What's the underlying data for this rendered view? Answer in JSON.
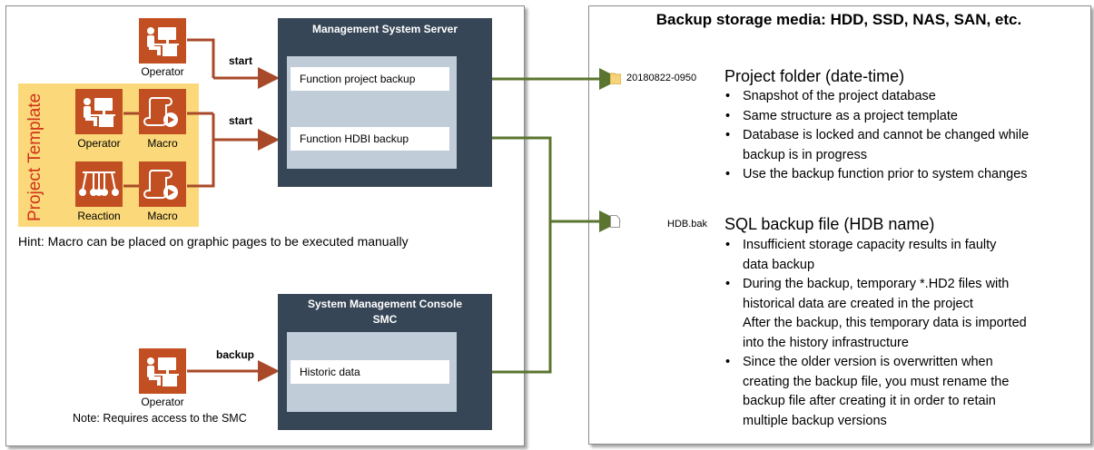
{
  "colors": {
    "accent": "#c24f22",
    "arrow_brown": "#a84a2a",
    "arrow_green": "#5b7531",
    "server": "#374656",
    "server_inner": "#c0ccd8",
    "template_fill": "#fbd97a",
    "template_text": "#d0321a"
  },
  "left": {
    "operator_top": "Operator",
    "template_label": "Project Template",
    "template_operator": "Operator",
    "template_macro_1": "Macro",
    "template_reaction": "Reaction",
    "template_macro_2": "Macro",
    "start_1": "start",
    "start_2": "start",
    "hint": "Hint: Macro can be placed on graphic pages to be executed manually",
    "backup_label": "backup",
    "operator_bottom": "Operator",
    "note": "Note: Requires access to the SMC"
  },
  "server": {
    "title": "Management System Server",
    "func_1": "Function project backup",
    "func_2": "Function HDBI backup"
  },
  "smc": {
    "title_1": "System Management Console",
    "title_2": "SMC",
    "func": "Historic data"
  },
  "right": {
    "title": "Backup storage media: HDD, SSD, NAS, SAN, etc.",
    "folder_name": "20180822-0950",
    "folder_icon": "folder-icon",
    "project_title": "Project folder (date-time)",
    "project_bullets": [
      "Snapshot of the project database",
      "Same structure as a project template",
      "Database is locked and cannot be changed while",
      "Use the backup function prior to system changes"
    ],
    "project_bullet_3_cont": "backup is in progress",
    "file_name": "HDB.bak",
    "file_icon": "file-icon",
    "sql_title": "SQL backup file (HDB name)",
    "sql_b1": "Insufficient storage capacity results in faulty",
    "sql_b1_cont": "data backup",
    "sql_b2": "During the backup, temporary *.HD2 files with",
    "sql_b2_cont_1": "historical data are created in the project",
    "sql_b2_cont_2": "After the backup, this temporary data is imported",
    "sql_b2_cont_3": "into the history infrastructure",
    "sql_b3": "Since the older version is overwritten when",
    "sql_b3_cont_1": "creating the backup file, you must rename the",
    "sql_b3_cont_2": "backup file after creating it in order to retain",
    "sql_b3_cont_3": "multiple backup versions"
  }
}
